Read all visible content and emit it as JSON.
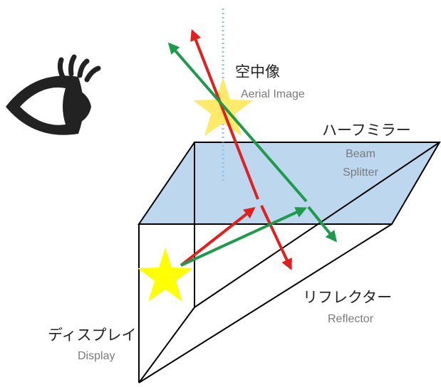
{
  "labels": {
    "aerial_image": {
      "jp": "空中像",
      "en": "Aerial Image"
    },
    "beam_splitter": {
      "jp": "ハーフミラー",
      "en_line1": "Beam",
      "en_line2": "Splitter"
    },
    "reflector": {
      "jp": "リフレクター",
      "en": "Reflector"
    },
    "display": {
      "jp": "ディスプレイ",
      "en": "Display"
    }
  },
  "colors": {
    "ray_red": "#e21f1f",
    "ray_green": "#1d9a4a",
    "star_fill": "#ffff00",
    "star_aerial_fill": "#fde96a",
    "beam_splitter_fill": "#bdd7ee",
    "eye": "#222222",
    "axis_dotted": "#8fbfe6"
  },
  "icons": {
    "viewer": "eye-icon",
    "display_source": "star-icon",
    "aerial_image": "star-icon"
  }
}
